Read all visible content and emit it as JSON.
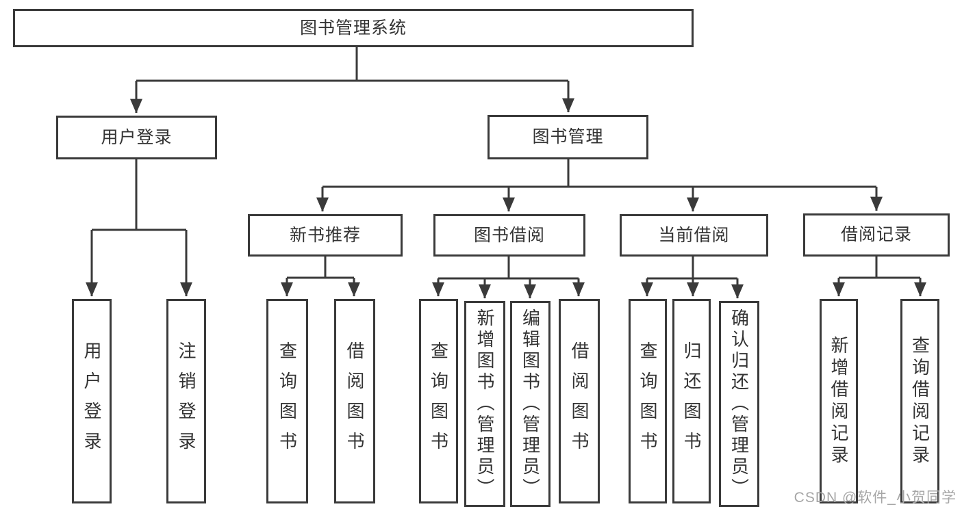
{
  "nodes": {
    "root": {
      "label": "图书管理系统"
    },
    "user_login": {
      "label": "用户登录"
    },
    "book_management": {
      "label": "图书管理"
    },
    "new_book_recommend": {
      "label": "新书推荐"
    },
    "book_borrowing": {
      "label": "图书借阅"
    },
    "current_borrowing": {
      "label": "当前借阅"
    },
    "borrowing_records": {
      "label": "借阅记录"
    },
    "leaf_user_login": {
      "label": "用户登录"
    },
    "leaf_logout": {
      "label": "注销登录"
    },
    "leaf_query_books_recommend": {
      "label": "查询图书"
    },
    "leaf_borrow_books_recommend": {
      "label": "借阅图书"
    },
    "leaf_query_books_borrowing": {
      "label": "查询图书"
    },
    "leaf_add_books_admin": {
      "label": "新增图书（管理员）"
    },
    "leaf_edit_books_admin": {
      "label": "编辑图书（管理员）"
    },
    "leaf_borrow_books_borrowing": {
      "label": "借阅图书"
    },
    "leaf_query_books_current": {
      "label": "查询图书"
    },
    "leaf_return_books": {
      "label": "归还图书"
    },
    "leaf_confirm_return_admin": {
      "label": "确认归还（管理员）"
    },
    "leaf_add_borrow_record": {
      "label": "新增借阅记录"
    },
    "leaf_query_borrow_record": {
      "label": "查询借阅记录"
    }
  },
  "watermark": "CSDN @软件_小贺同学",
  "colors": {
    "line": "#3a3a3a",
    "text": "#333333",
    "background": "#ffffff",
    "watermark": "#a6a6a6"
  }
}
